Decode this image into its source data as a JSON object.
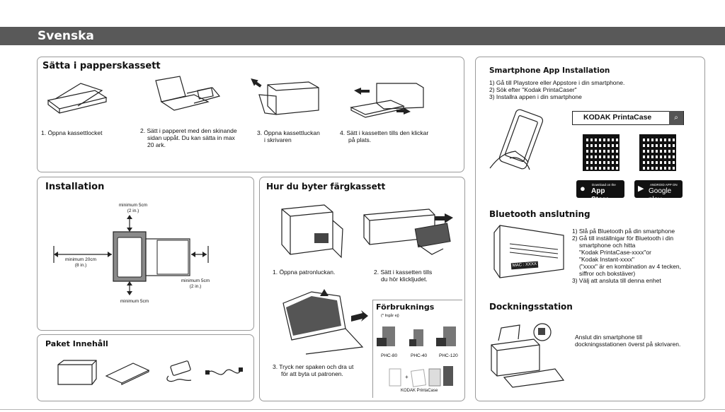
{
  "header": {
    "title": "Svenska"
  },
  "paper_section": {
    "title": "Sätta i papperskassett",
    "steps": [
      [
        "1. Öppna kassettlocket"
      ],
      [
        "2. Sätt i papperet med den skinande",
        "sidan uppåt. Du kan sätta in max",
        "20 ark."
      ],
      [
        "3. Öppna kassettluckan",
        "i skrivaren"
      ],
      [
        "4. Sätt i kassetten tills den klickar",
        "på plats."
      ]
    ]
  },
  "installation": {
    "title": "Installation",
    "top": [
      "minimum 5cm",
      "(2 in.)"
    ],
    "left": [
      "minimum 20cm",
      "(8 in.)"
    ],
    "right": [
      "minimum 5cm",
      "(2 in.)"
    ],
    "bottom": "minimum 5cm"
  },
  "package": {
    "title": "Paket Innehåll"
  },
  "cartridge": {
    "title": "Hur du byter färgkassett",
    "step1": "1. Öppna patronluckan.",
    "step2": [
      "2. Sätt i kassetten tills",
      "du hör klickljudet."
    ],
    "step3": [
      "3. Tryck ner spaken och dra ut",
      "för att byta ut patronen."
    ]
  },
  "consumables": {
    "title": "Förbruknings",
    "note": "(* Ingår ej)",
    "items": [
      "PHC-80",
      "PHC-40",
      "PHC-120"
    ],
    "case_label": "KODAK PrintaCase"
  },
  "app": {
    "title": "Smartphone App Installation",
    "lines": [
      "1) Gå till Playstore eller Appstore i din smartphone.",
      "2) Sök efter \"Kodak PrintaCaser\"",
      "3) Installra appen i din smartphone"
    ],
    "search_text": "KODAK PrintaCase",
    "appstore_top": "Download on the",
    "appstore_name": "App Store",
    "google_top": "ANDROID APP ON",
    "google_name": "Google play"
  },
  "bluetooth": {
    "title": "Bluetooth anslutning",
    "lines": [
      "1) Slå på Bluetooth på din smartphone",
      "2) Gå till inställnigar för Bluetooth i din",
      "smartphone och hitta",
      "\"Kodak PrintaCase-xxxx\"or",
      "\"Kodak Instant-xxxx\"",
      "(\"xxxx\" är en kombination av 4 tecken,",
      "siffror och bokstäver)",
      "3) Välj att ansluta till denna enhet"
    ],
    "mac_label": "MAC : XXXX"
  },
  "dock": {
    "title": "Dockningsstation",
    "lines": [
      "Anslut din smartphone till",
      "dockningsstationen överst på skrivaren."
    ]
  }
}
